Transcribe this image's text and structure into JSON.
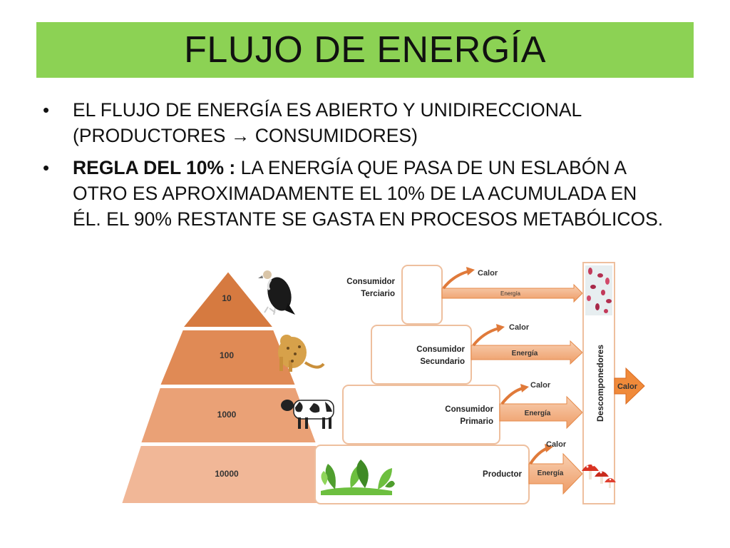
{
  "title": "FLUJO DE ENERGÍA",
  "colors": {
    "title_bg": "#8cd254",
    "pyramid_top": "#d67a40",
    "pyramid_mid_upper": "#e08a55",
    "pyramid_mid_lower": "#eaa176",
    "pyramid_base": "#f1b797",
    "arrow_fill": "#f3b287",
    "arrow_stroke": "#e07a3a",
    "box_stroke": "#eebf9e"
  },
  "bullets": [
    {
      "bold": "",
      "text_line1": "EL FLUJO DE ENERGÍA ES ABIERTO Y UNIDIRECCIONAL",
      "text_line2_a": "(PRODUCTORES",
      "arrow_glyph": "→",
      "text_line2_b": "CONSUMIDORES)"
    },
    {
      "bold": "REGLA DEL 10% :",
      "text_line1": " LA ENERGÍA QUE PASA DE UN ESLABÓN A",
      "text_line2": "OTRO ES APROXIMADAMENTE EL 10% DE LA ACUMULADA EN",
      "text_line3": "ÉL. EL 90% RESTANTE SE GASTA EN PROCESOS METABÓLICOS."
    }
  ],
  "pyramid": {
    "levels": [
      "10",
      "100",
      "1000",
      "10000"
    ]
  },
  "trophic_levels": [
    {
      "line1": "Consumidor",
      "line2": "Terciario"
    },
    {
      "line1": "Consumidor",
      "line2": "Secundario"
    },
    {
      "line1": "Consumidor",
      "line2": "Primario"
    },
    {
      "line1": "Productor",
      "line2": ""
    }
  ],
  "arrows": {
    "energy_label": "Energía",
    "heat_label": "Calor"
  },
  "decomposers": {
    "label": "Descomponedores",
    "heat_label": "Calor"
  },
  "icons": [
    "vulture-icon",
    "jaguar-icon",
    "cow-icon",
    "plants-icon",
    "bacteria-icon",
    "mushrooms-icon"
  ]
}
